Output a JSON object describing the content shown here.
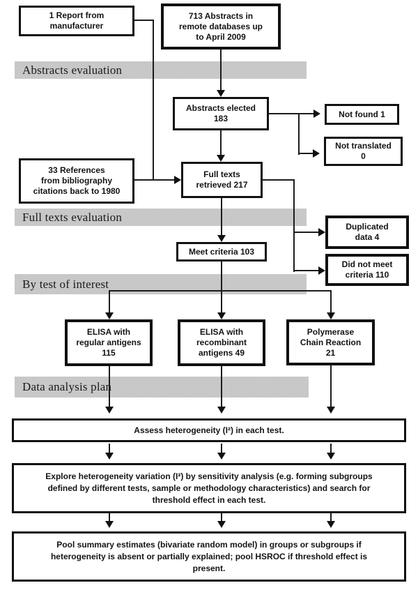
{
  "diagram": {
    "bands": [
      {
        "label": "Abstracts evaluation"
      },
      {
        "label": "Full texts evaluation"
      },
      {
        "label": "By test of interest"
      },
      {
        "label": "Data analysis plan"
      }
    ],
    "boxes": {
      "report": {
        "lines": [
          "1 Report from",
          "manufacturer"
        ]
      },
      "abstracts713": {
        "lines": [
          "713 Abstracts in",
          "remote databases up",
          "to April 2009"
        ]
      },
      "abstractsElected": {
        "lines": [
          "Abstracts elected",
          "183"
        ]
      },
      "notFound": {
        "lines": [
          "Not found 1"
        ]
      },
      "notTranslated": {
        "lines": [
          "Not translated",
          "0"
        ]
      },
      "references33": {
        "lines": [
          "33 References",
          "from bibliography",
          "citations back to 1980"
        ]
      },
      "fullTexts": {
        "lines": [
          "Full texts",
          "retrieved 217"
        ]
      },
      "duplicated": {
        "lines": [
          "Duplicated",
          "data 4"
        ]
      },
      "didNotMeet": {
        "lines": [
          "Did not meet",
          "criteria 110"
        ]
      },
      "meetCriteria": {
        "lines": [
          "Meet criteria 103"
        ]
      },
      "elisaRegular": {
        "lines": [
          "ELISA with",
          "regular antigens",
          "115"
        ]
      },
      "elisaRecombinant": {
        "lines": [
          "ELISA with",
          "recombinant",
          "antigens 49"
        ]
      },
      "pcr": {
        "lines": [
          "Polymerase",
          "Chain Reaction",
          "21"
        ]
      },
      "assess": {
        "lines": [
          "Assess heterogeneity (I²) in each test."
        ]
      },
      "explore": {
        "lines": [
          "Explore heterogeneity variation (I²) by sensitivity analysis (e.g. forming subgroups",
          "defined by different tests, sample or methodology characteristics) and search for",
          "threshold effect in each test."
        ]
      },
      "pool": {
        "lines": [
          "Pool summary estimates (bivariate random model) in groups or subgroups if",
          "heterogeneity is absent or partially explained; pool HSROC if threshold effect is",
          "present."
        ]
      }
    },
    "colors": {
      "background": "#ffffff",
      "band_bg": "#c7c7c7",
      "box_border": "#111111",
      "connector": "#1c1c1c"
    }
  }
}
